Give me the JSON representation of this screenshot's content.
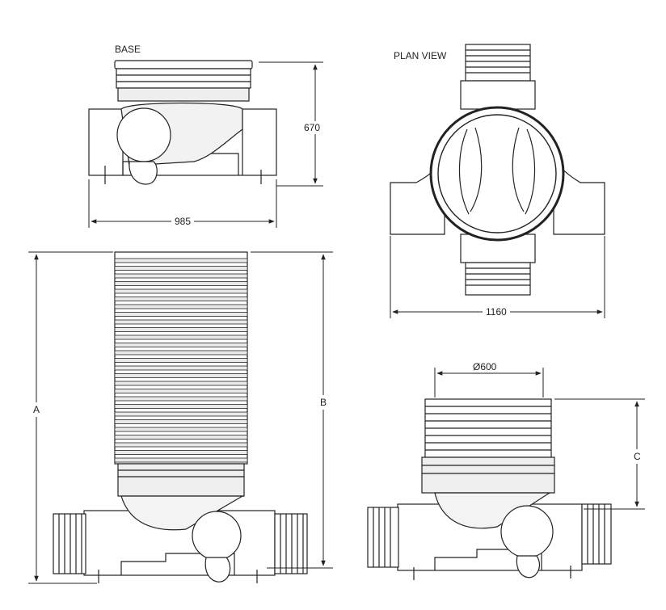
{
  "labels": {
    "base_title": "BASE",
    "plan_title": "PLAN VIEW",
    "base_height": "670",
    "base_width": "985",
    "plan_width": "1160",
    "riser_diameter": "Ø600",
    "dim_a": "A",
    "dim_b": "B",
    "dim_c": "C"
  },
  "colors": {
    "line": "#222222",
    "fill": "#ffffff",
    "shade": "#e6e6e6"
  }
}
